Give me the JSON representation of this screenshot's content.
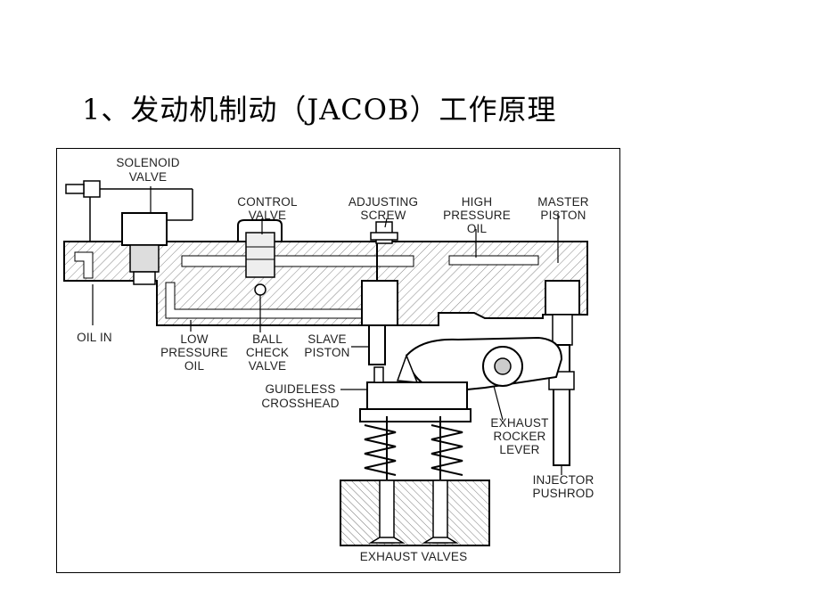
{
  "title": "1、发动机制动（JACOB）工作原理",
  "diagram": {
    "labels": {
      "solenoid_valve": [
        "SOLENOID",
        "VALVE"
      ],
      "control_valve": [
        "CONTROL",
        "VALVE"
      ],
      "adjusting_screw": [
        "ADJUSTING",
        "SCREW"
      ],
      "high_pressure_oil": [
        "HIGH",
        "PRESSURE",
        "OIL"
      ],
      "master_piston": [
        "MASTER",
        "PISTON"
      ],
      "oil_in": [
        "OIL IN"
      ],
      "low_pressure_oil": [
        "LOW",
        "PRESSURE",
        "OIL"
      ],
      "ball_check_valve": [
        "BALL",
        "CHECK",
        "VALVE"
      ],
      "slave_piston": [
        "SLAVE",
        "PISTON"
      ],
      "guideless_crosshead": [
        "GUIDELESS",
        "CROSSHEAD"
      ],
      "exhaust_rocker_lever": [
        "EXHAUST",
        "ROCKER",
        "LEVER"
      ],
      "injector_pushrod": [
        "INJECTOR",
        "PUSHROD"
      ],
      "exhaust_valves": [
        "EXHAUST VALVES"
      ]
    }
  }
}
